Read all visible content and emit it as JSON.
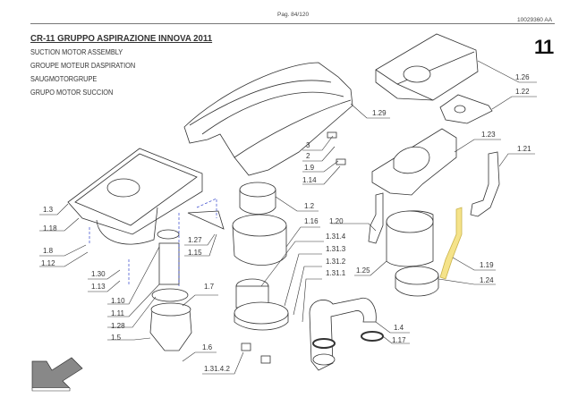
{
  "header": {
    "page": "Pag. 84/120",
    "doc_code": "10029360 AA",
    "section_number": "11"
  },
  "title": {
    "main": "CR-11 GRUPPO ASPIRAZIONE INNOVA 2011",
    "subtitles": [
      "SUCTION MOTOR ASSEMBLY",
      "GROUPE MOTEUR DASPIRATION",
      "SAUGMOTORGRUPE",
      "GRUPO MOTOR SUCCION"
    ]
  },
  "callouts": {
    "c1_26": "1.26",
    "c1_22": "1.22",
    "c1_29": "1.29",
    "c3": "3",
    "c2": "2",
    "c1_9": "1.9",
    "c1_14": "1.14",
    "c1_23": "1.23",
    "c1_21": "1.21",
    "c1_3": "1.3",
    "c1_18": "1.18",
    "c1_8": "1.8",
    "c1_12": "1.12",
    "c1_30": "1.30",
    "c1_13": "1.13",
    "c1_10": "1.10",
    "c1_11": "1.11",
    "c1_28": "1.28",
    "c1_5": "1.5",
    "c1_27": "1.27",
    "c1_15": "1.15",
    "c1_7": "1.7",
    "c1_6": "1.6",
    "c1_31_4_2": "1.31.4.2",
    "c1_2": "1.2",
    "c1_16": "1.16",
    "c1_20": "1.20",
    "c1_31_4": "1.31.4",
    "c1_31_3": "1.31.3",
    "c1_31_2": "1.31.2",
    "c1_31_1": "1.31.1",
    "c1_25": "1.25",
    "c1_19": "1.19",
    "c1_24": "1.24",
    "c1_4": "1.4",
    "c1_17": "1.17"
  },
  "colors": {
    "highlight_part": "#f5e38a",
    "highlight_stroke": "#c9b24a",
    "nav_arrow": "#777777",
    "axis_line": "#3344cc"
  }
}
